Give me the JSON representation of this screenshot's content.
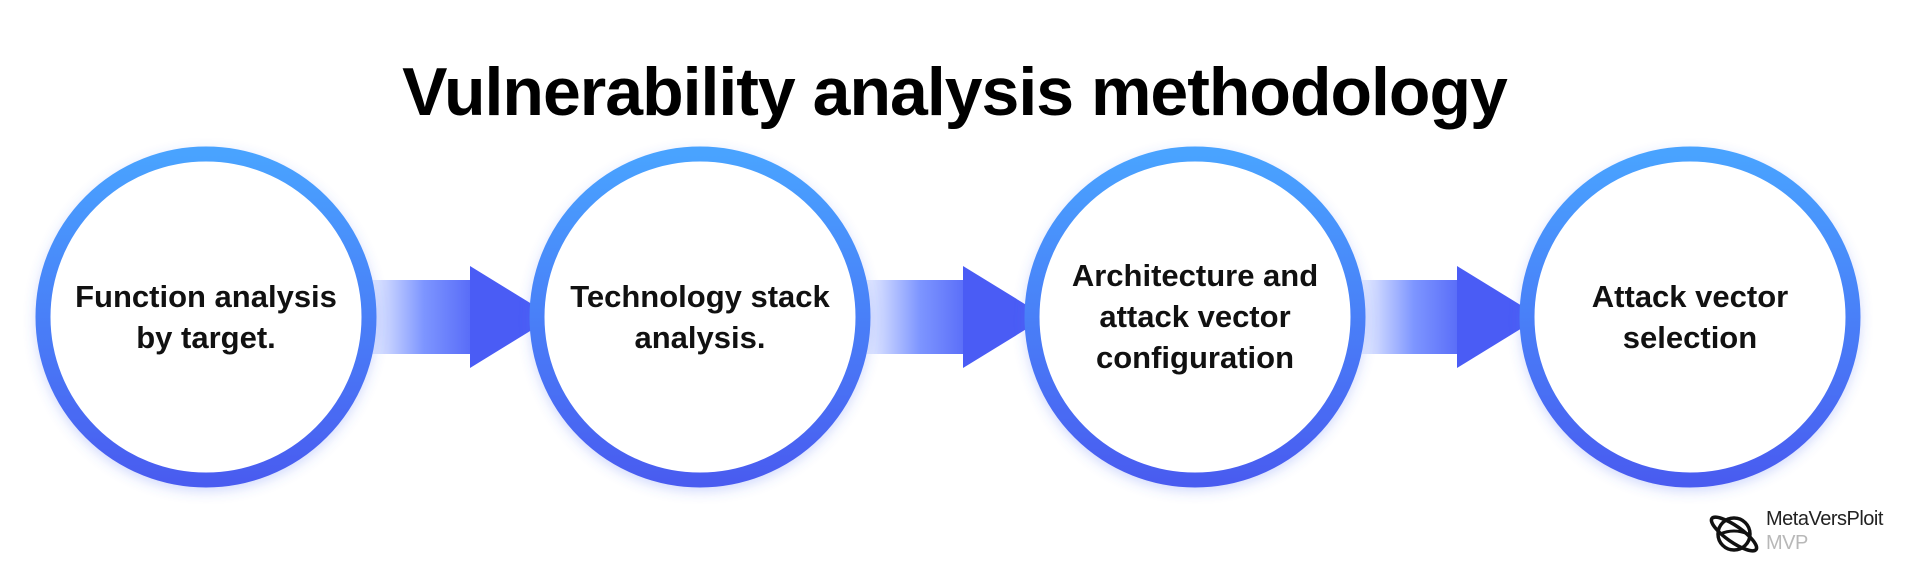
{
  "title": "Vulnerability analysis methodology",
  "steps": [
    {
      "label": "Function analysis by target."
    },
    {
      "label": "Technology stack analysis."
    },
    {
      "label": "Architecture and attack vector configuration"
    },
    {
      "label": "Attack vector selection"
    }
  ],
  "colors": {
    "ring_top": "#4aa3ff",
    "ring_bottom": "#4a5cf0",
    "arrow": "#4a5cf5",
    "arrow_tail_light": "#e9eeff",
    "title": "#000000"
  },
  "logo": {
    "name": "MetaVersPloit",
    "sub": "MVP",
    "icon": "planet-ring-logo-icon"
  }
}
